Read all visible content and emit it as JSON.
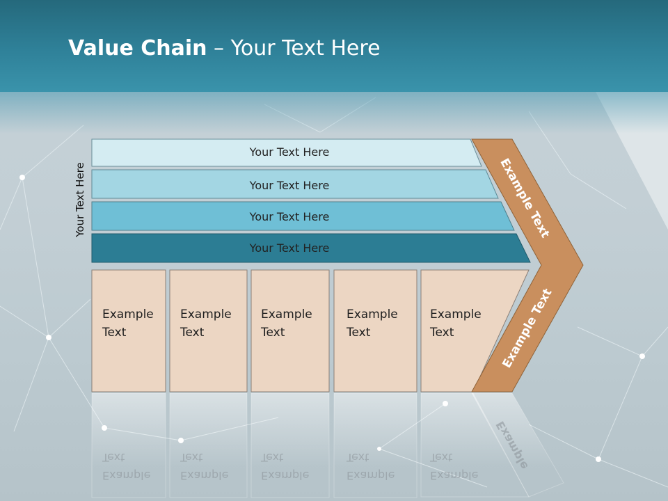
{
  "title": {
    "bold": "Value Chain",
    "rest": " – Your Text Here"
  },
  "side_label": "Your Text Here",
  "rows": [
    {
      "label": "Your Text Here",
      "color": "#d4ecf2"
    },
    {
      "label": "Your Text Here",
      "color": "#a3d6e3"
    },
    {
      "label": "Your Text Here",
      "color": "#6fbfd6"
    },
    {
      "label": "Your Text Here",
      "color": "#2c7d94"
    }
  ],
  "boxes": [
    {
      "line1": "Example",
      "line2": "Text"
    },
    {
      "line1": "Example",
      "line2": "Text"
    },
    {
      "line1": "Example",
      "line2": "Text"
    },
    {
      "line1": "Example",
      "line2": "Text"
    },
    {
      "line1": "Example",
      "line2": "Text"
    }
  ],
  "arrow_labels": {
    "upper": "Example Text",
    "lower": "Example Text"
  },
  "colors": {
    "header": "#2f8199",
    "box_fill": "#ecd6c3",
    "arrow_fill": "#c98f5e",
    "title_text": "#ffffff"
  }
}
